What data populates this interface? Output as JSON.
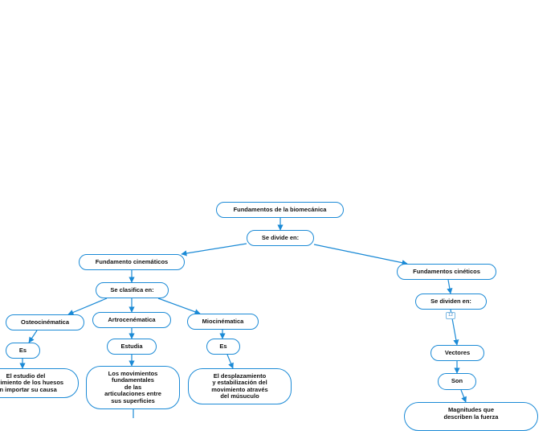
{
  "diagram": {
    "title": "Fundamentos de la biomecánica",
    "nodes": {
      "root": "Fundamentos de la biomecánica",
      "divide": "Se divide en:",
      "cinematicos": "Fundamento cinemáticos",
      "clasifica": "Se clasifica en:",
      "osteo": "Osteocinématica",
      "artro": "Artrocenématica",
      "mio": "Miocinématica",
      "es1": "Es",
      "estudia": "Estudia",
      "es2": "Es",
      "osteo_def": "El estudio del\nmovimiento de los huesos\nsin importar su causa",
      "artro_def": "Los movimientos\nfundamentales\nde las\narticulaciones entre\nsus superficies",
      "mio_def": "El desplazamiento\ny estabilización del\nmovimiento através\ndel músuculo",
      "cineticos": "Fundamentos cinéticos",
      "dividen": "Se dividen en:",
      "vectores": "Vectores",
      "son": "Son",
      "magnitudes": "Magnitudes que\ndescriben la fuerza"
    },
    "badge": "12",
    "colors": {
      "line": "#1b8ad6",
      "border": "#1b8ad6",
      "text": "#111111"
    }
  }
}
